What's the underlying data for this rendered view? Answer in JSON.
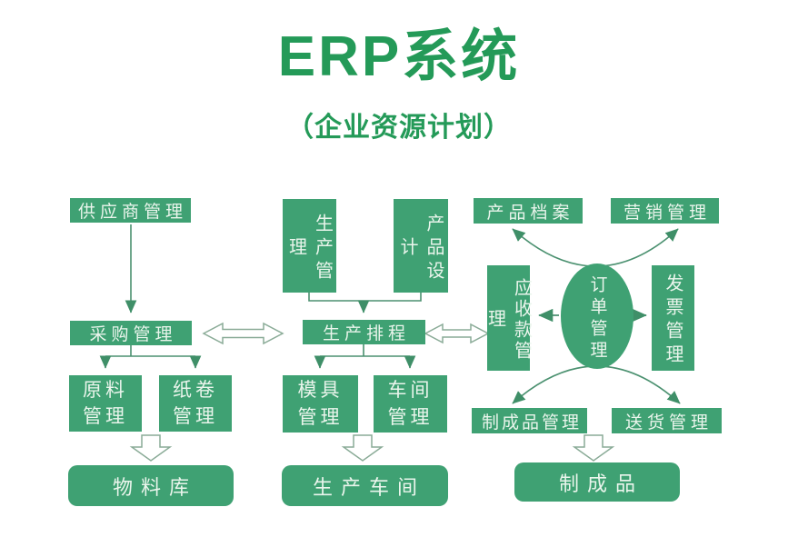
{
  "header": {
    "title": "ERP系统",
    "subtitle": "（企业资源计划）"
  },
  "colors": {
    "box_green": "#3fa173",
    "title_green": "#249a58",
    "connector_green": "#4b9170",
    "hollow_arrow_outline": "#8aab97",
    "box_text": "#eaf5ec"
  },
  "nodes": {
    "supplier": {
      "label": "供应商管理"
    },
    "purchasing": {
      "label": "采购管理"
    },
    "raw_material": {
      "label": "原料管理"
    },
    "paper_roll": {
      "label": "纸卷管理"
    },
    "material_warehouse": {
      "label": "物料库"
    },
    "production_mgmt": {
      "label": "生产管理"
    },
    "product_design": {
      "label": "产品设计"
    },
    "production_scheduling": {
      "label": "生产排程"
    },
    "mold_mgmt": {
      "label": "模具管理"
    },
    "workshop_mgmt": {
      "label": "车间管理"
    },
    "production_workshop": {
      "label": "生产车间"
    },
    "product_archive": {
      "label": "产品档案"
    },
    "marketing_mgmt": {
      "label": "营销管理"
    },
    "accounts_receivable": {
      "label": "应收款管理"
    },
    "order_mgmt": {
      "label": "订单管理"
    },
    "invoice_mgmt": {
      "label": "发票管理"
    },
    "finished_goods_mgmt": {
      "label": "制成品管理"
    },
    "delivery_mgmt": {
      "label": "送货管理"
    },
    "finished_goods": {
      "label": "制成品"
    }
  }
}
